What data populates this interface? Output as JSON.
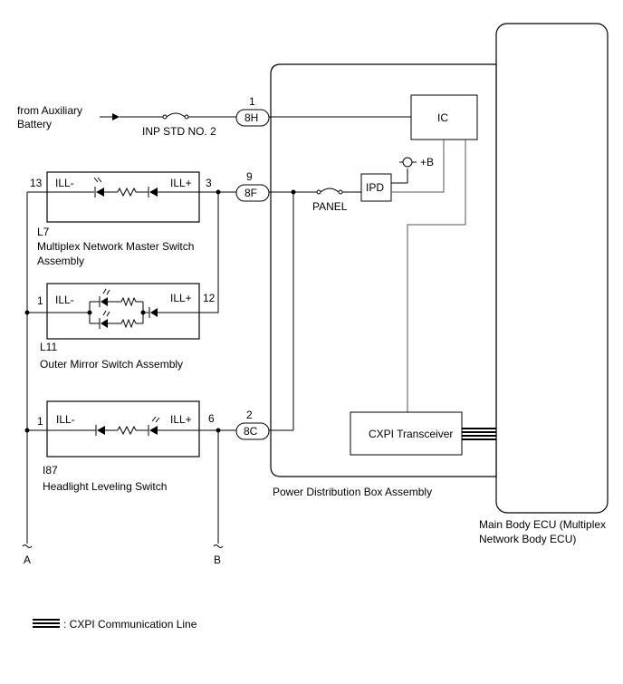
{
  "battery": {
    "line1": "from Auxiliary",
    "line2": "Battery"
  },
  "fuses": {
    "inp_std": "INP STD NO. 2",
    "panel": "PANEL"
  },
  "plus_b": "+B",
  "connectors": {
    "c8H": {
      "pin": "1",
      "name": "8H"
    },
    "c8F": {
      "pin": "9",
      "name": "8F"
    },
    "c8C": {
      "pin": "2",
      "name": "8C"
    }
  },
  "ic": "IC",
  "ipd": "IPD",
  "cxpi_transceiver": "CXPI Transceiver",
  "power_distribution_box": "Power Distribution Box Assembly",
  "main_body_ecu": {
    "line1": "Main Body ECU (Multiplex",
    "line2": "Network Body ECU)"
  },
  "l7": {
    "code": "L7",
    "name_line1": "Multiplex Network Master Switch",
    "name_line2": "Assembly",
    "pin_left": "13",
    "pin_right": "3",
    "ill_minus": "ILL-",
    "ill_plus": "ILL+"
  },
  "l11": {
    "code": "L11",
    "name": "Outer Mirror Switch Assembly",
    "pin_left": "1",
    "pin_right": "12",
    "ill_minus": "ILL-",
    "ill_plus": "ILL+"
  },
  "i87": {
    "code": "I87",
    "name": "Headlight Leveling Switch",
    "pin_left": "1",
    "pin_right": "6",
    "ill_minus": "ILL-",
    "ill_plus": "ILL+"
  },
  "ground_a": "A",
  "ground_b": "B",
  "legend": {
    "text": ": CXPI Communication Line"
  }
}
